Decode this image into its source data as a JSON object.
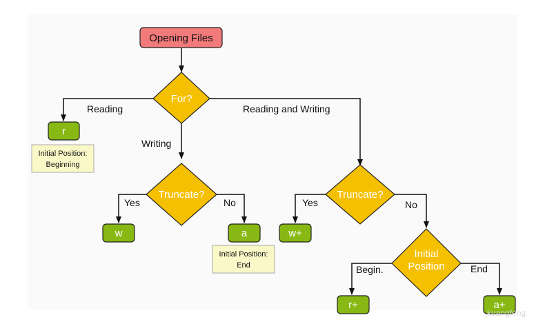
{
  "diagram": {
    "start": "Opening Files",
    "decision_for": "For?",
    "branch_reading": "Reading",
    "branch_writing": "Writing",
    "branch_reading_writing": "Reading and Writing",
    "mode_r": "r",
    "note_r_line1": "Initial Position:",
    "note_r_line2": "Beginning",
    "decision_truncate_1": "Truncate?",
    "yes_1": "Yes",
    "no_1": "No",
    "mode_w": "w",
    "mode_a": "a",
    "note_a_line1": "Initial Position:",
    "note_a_line2": "End",
    "decision_truncate_2": "Truncate?",
    "yes_2": "Yes",
    "no_2": "No",
    "mode_w_plus": "w+",
    "decision_initial_line1": "Initial",
    "decision_initial_line2": "Position",
    "begin_label": "Begin.",
    "end_label": "End",
    "mode_r_plus": "r+",
    "mode_a_plus": "a+",
    "watermark": "kuangfeng"
  },
  "colors": {
    "start_fill": "#f27a7a",
    "decision_fill": "#f5c000",
    "mode_fill": "#88b814",
    "note_fill": "#fbf8c8"
  }
}
